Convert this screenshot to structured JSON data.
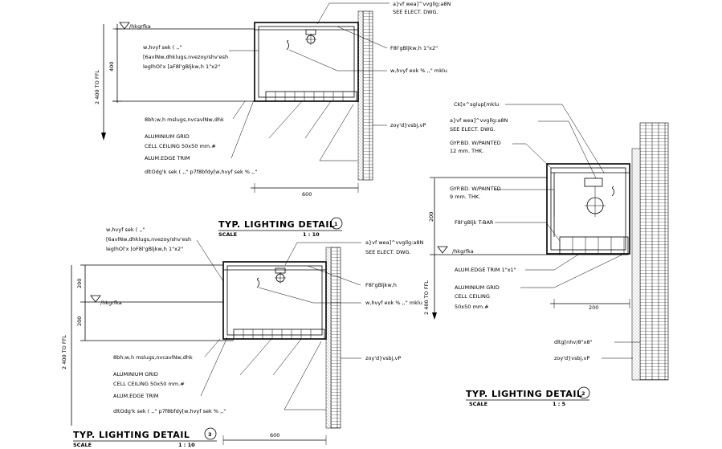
{
  "detail1": {
    "ffl_label": "/hkgrfka",
    "dim_vertical": "2 400 TO FFL",
    "dim_400": "400",
    "dim_600": "600",
    "callouts": [
      "a}vf wea]^vvgllg:a8N",
      "SEE ELECT. DWG.",
      "F8l'gBljkw,h 1\"x2\"",
      "w,hvyf eok % ,,\" mklu",
      "w,hvyf sek ( ,,\"",
      "[6avlNw,dhklugs,nvezoy/shv'esh",
      "leglhOl'x [aF8l'gBljkw,h 1\"x2\"",
      "8bh;w,h mslugs,nvcavlNw,dhk",
      "ALUMINIUM GRID",
      "CELL CEILING 50x50 mm.#",
      "ALUM.EDGE TRIM",
      "dltOdg'k sek ( ,,\" p7f8bfdy[w,hvyf sek % ,,\"",
      "zoy'd}vsbj,vP"
    ],
    "title": "TYP. LIGHTING DETAIL",
    "number": "1",
    "scale_label": "SCALE",
    "scale_value": "1 : 10"
  },
  "detail2": {
    "dim_vertical": "2 400 TO FFL",
    "dim_200": "200",
    "dim_200b": "200",
    "ffl_label": "/hkgrfka",
    "callouts": [
      "Ck[x^sglup[mklu",
      "a}vf wea]^vvgllg:a8N",
      "SEE ELECT. DWG.",
      "GYP.BD. W/PAINTED",
      "12 mm. THK.",
      "GYP.BD. W/PAINTED",
      "9 mm. THK.",
      "F8l'gBljk T-BAR",
      "ALUM.EDGE TRIM 1\"x1\"",
      "ALUMINIUM GRID",
      "CELL CEILING",
      "50x50 mm.#",
      "dltg[nhv/8\"x8\"",
      "zoy'd}vsbj,vP"
    ],
    "title": "TYP. LIGHTING DETAIL",
    "number": "2",
    "scale_label": "SCALE",
    "scale_value": "1 : 5"
  },
  "detail3": {
    "ffl_label": "/hkgrfka",
    "dim_vertical": "2 400 TO FFL",
    "dim_200a": "200",
    "dim_200b": "200",
    "dim_600": "600",
    "callouts": [
      "w,hvyf sek ( ,,\"",
      "[6avlNw,dhklugs,nvezoy/shv'esh",
      "leglhOl'x [oF8l'gBljkw,h 1\"x2\"",
      "a}vf wea]^vvgllg:a8N",
      "SEE ELECT. DWG.",
      "F8l'gBljkw,h",
      "w,hvyf eok % ,,\" mklu",
      "8bh;w,h mslugs,nvcavlNw,dhk",
      "ALUMINIUM GRID",
      "CELL CEILING 50x50 mm.#",
      "ALUM.EDGE TRIM",
      "dltOdg'k sek ( ,,\" p7f8bfdy[w,hvyf sek % ,,\"",
      "zoy'd}vsbj,vP"
    ],
    "title": "TYP. LIGHTING DETAIL",
    "number": "3",
    "scale_label": "SCALE",
    "scale_value": "1 : 10"
  }
}
